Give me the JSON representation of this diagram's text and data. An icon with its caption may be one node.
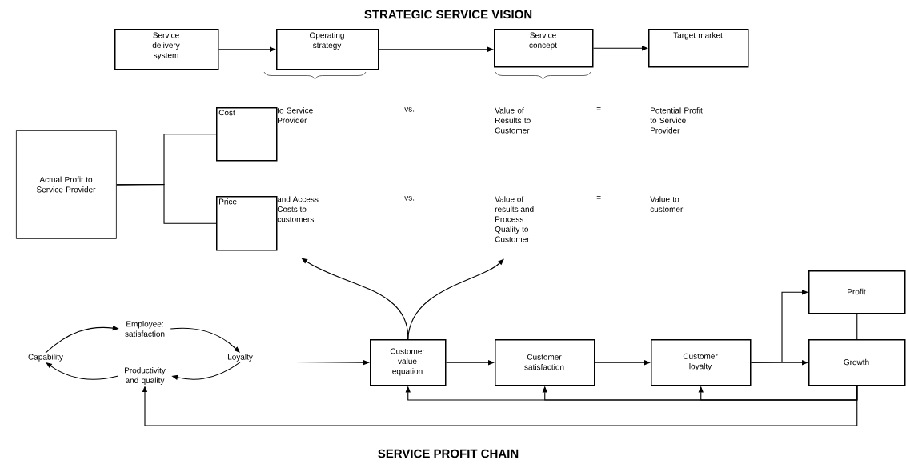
{
  "diagram": {
    "title": "STRATEGIC SERVICE VISION",
    "caption": "SERVICE PROFIT CHAIN",
    "nodes": [
      {
        "text": [
          "Service delivery system"
        ]
      },
      {
        "text": [
          "Operating strategy"
        ]
      },
      {
        "text": [
          "Service concept"
        ]
      },
      {
        "text": [
          "Target market"
        ]
      },
      {
        "text": [
          "Actual Profit to Service Provider"
        ]
      },
      {
        "text": [
          "Cost"
        ],
        "beside": [
          "to Service Provider"
        ]
      },
      {
        "text": [
          "Price"
        ]
      },
      {
        "text": [
          "Capability"
        ]
      },
      {
        "text": [
          "Employee: satisfaction"
        ]
      },
      {
        "text": [
          "Loyalty"
        ]
      },
      {
        "text": [
          "Productivity and quality"
        ]
      },
      {
        "text": [
          "Customer value equation"
        ]
      },
      {
        "text": [
          "Customer satisfaction"
        ]
      },
      {
        "text": [
          "Customer loyalty"
        ]
      },
      {
        "text": [
          "Profit"
        ]
      },
      {
        "text": [
          "Growth"
        ]
      },
      {
        "text": [
          "and Access Costs to customers"
        ]
      },
      {
        "text": [
          "Value of results and Process Quality to Customer"
        ]
      }
    ],
    "edges": [
      {
        "from": 0,
        "to": 1,
        "arrow": "to"
      },
      {
        "from": 1,
        "to": 2,
        "arrow": "to"
      },
      {
        "from": 2,
        "to": 3,
        "arrow": "to"
      },
      {
        "from": 4,
        "to": 5,
        "arrow": "none"
      },
      {
        "from": 4,
        "to": 6,
        "arrow": "none"
      },
      {
        "from": 7,
        "to": 8,
        "arrow": "to"
      },
      {
        "from": 8,
        "to": 9,
        "arrow": "to"
      },
      {
        "from": 9,
        "to": 10,
        "arrow": "to"
      },
      {
        "from": 10,
        "to": 7,
        "arrow": "to"
      },
      {
        "from": null,
        "to": 11,
        "arrow": "to"
      },
      {
        "from": 11,
        "to": 16,
        "arrow": "to"
      },
      {
        "from": 11,
        "to": 17,
        "arrow": "to"
      },
      {
        "from": 11,
        "to": 12,
        "arrow": "to"
      },
      {
        "from": 12,
        "to": 13,
        "arrow": "to"
      },
      {
        "from": 13,
        "to": 14,
        "arrow": "to"
      },
      {
        "from": 13,
        "to": 15,
        "arrow": "to"
      },
      {
        "from": 14,
        "to": 15,
        "arrow": "none"
      },
      {
        "from": 15,
        "to": 11,
        "arrow": "to"
      },
      {
        "from": 15,
        "to": 12,
        "arrow": "to"
      },
      {
        "from": 15,
        "to": 13,
        "arrow": "to"
      },
      {
        "from": 15,
        "to": 10,
        "arrow": "to"
      }
    ],
    "labels": [
      "vs.",
      "Value of Results to Customer",
      "=",
      "Potential Profit to Service Provider",
      "vs.",
      "=",
      "Value to customer"
    ]
  }
}
